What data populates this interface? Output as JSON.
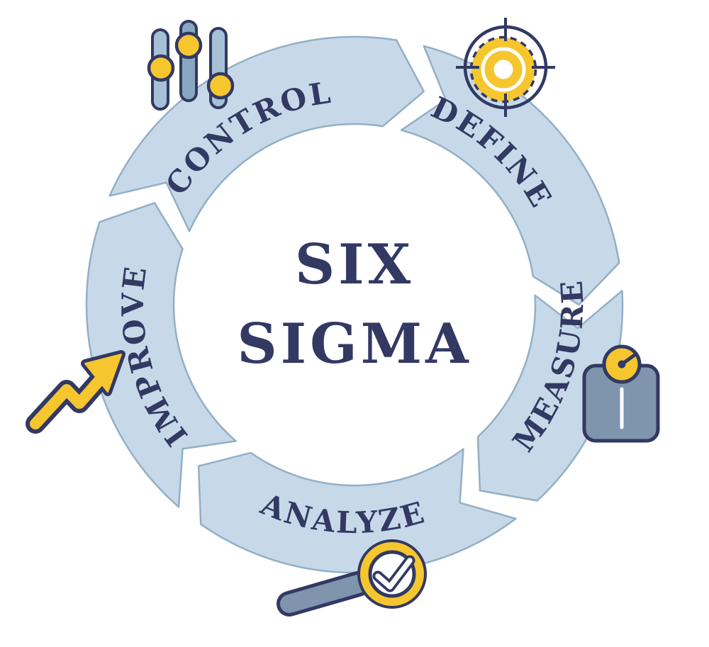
{
  "diagram": {
    "type": "process-cycle",
    "title_line1": "SIX",
    "title_line2": "SIGMA",
    "segments": [
      {
        "label": "DEFINE",
        "icon": "target-icon"
      },
      {
        "label": "MEASURE",
        "icon": "weight-scale-icon"
      },
      {
        "label": "ANALYZE",
        "icon": "magnifier-check-icon"
      },
      {
        "label": "IMPROVE",
        "icon": "growth-arrow-icon"
      },
      {
        "label": "CONTROL",
        "icon": "sliders-icon"
      }
    ],
    "flow_direction": "clockwise",
    "colors": {
      "arc_fill": "#c7d9e8",
      "arc_outline": "#93afc6",
      "navy": "#323963",
      "yellow": "#f6c62f",
      "slate": "#7e95ad",
      "slider_bar_light": "#a6c0d6",
      "slider_bar_dark": "#8aa7c1",
      "background": "#ffffff"
    }
  }
}
